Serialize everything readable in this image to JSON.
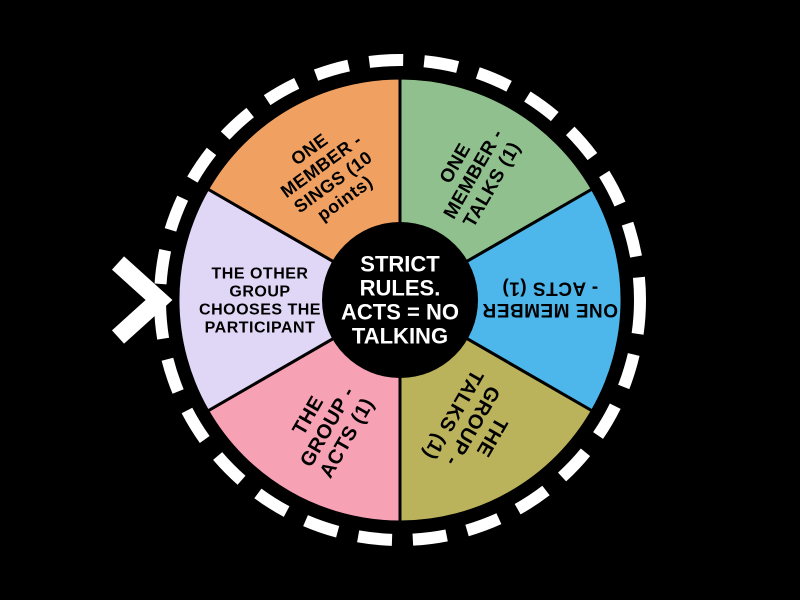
{
  "page": {
    "background": "#000000"
  },
  "pointer": {
    "shape": "chevron-right",
    "color": "#FFFFFF"
  },
  "wheel": {
    "ring": {
      "color": "#FFFFFF",
      "style": "dashed"
    },
    "divider_color": "#000000",
    "text_color": "#000000",
    "center": {
      "text": "STRICT RULES. ACTS = NO TALKING",
      "lines": [
        "STRICT",
        "RULES.",
        "ACTS = NO",
        "TALKING"
      ],
      "background": "#000000",
      "text_color": "#FFFFFF"
    },
    "segments": [
      {
        "label": "ONE MEMBER - TALKS (1)",
        "lines": [
          "ONE",
          "MEMBER -",
          "TALKS (1)"
        ],
        "color": "#90C08D",
        "rotation": -60,
        "font_size": 19,
        "radius": 146
      },
      {
        "label": "ONE MEMBER - ACTS (1)",
        "lines": [
          "ONE MEMBER",
          "- ACTS (1)"
        ],
        "color": "#4DB6EA",
        "rotation": 180,
        "font_size": 19,
        "radius": 150
      },
      {
        "label": "THE GROUP - TALKS (1)",
        "lines": [
          "THE",
          "GROUP -",
          "TALKS (1)"
        ],
        "color": "#BBB25C",
        "rotation": 120,
        "font_size": 20,
        "radius": 146
      },
      {
        "label": "THE GROUP - ACTS (1)",
        "lines": [
          "THE",
          "GROUP -",
          "ACTS (1)"
        ],
        "color": "#F7A1B4",
        "rotation": -60,
        "font_size": 20,
        "radius": 146
      },
      {
        "label": "THE OTHER GROUP CHOOSES THE PARTICIPANT",
        "lines": [
          "THE OTHER",
          "GROUP",
          "CHOOSES THE",
          "PARTICIPANT"
        ],
        "color": "#E0D6F5",
        "rotation": 0,
        "font_size": 16,
        "radius": 140
      },
      {
        "label": "ONE MEMBER - SINGS (10 points)",
        "lines": [
          "ONE",
          "MEMBER -",
          "SINGS (10",
          "points)"
        ],
        "color": "#F0A161",
        "rotation": -36,
        "font_size": 18,
        "radius": 146
      }
    ]
  }
}
